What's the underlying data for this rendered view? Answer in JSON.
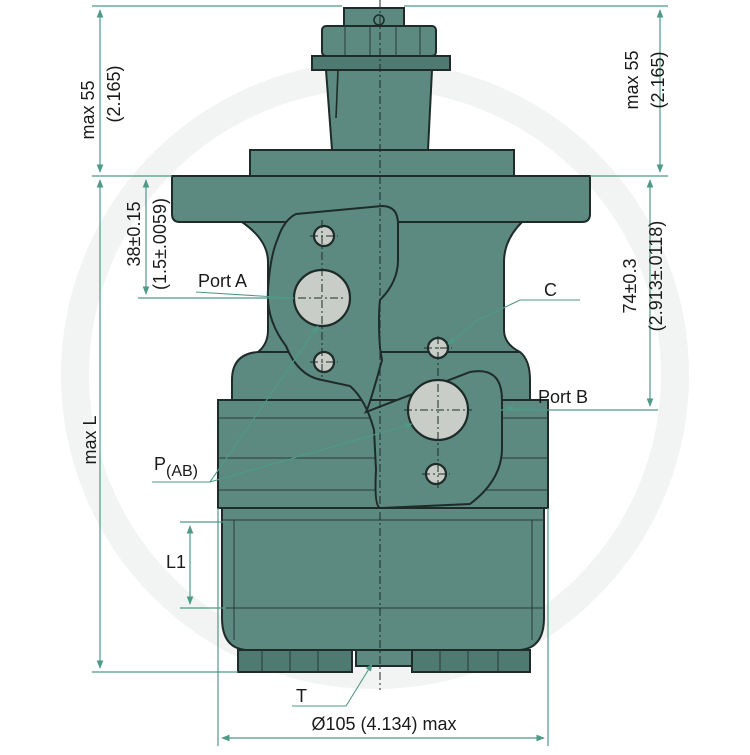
{
  "labels": {
    "height_left": "max 55",
    "height_left_in": "(2.165)",
    "height_right": "max 55",
    "height_right_in": "(2.165)",
    "dim_38": "38±0.15",
    "dim_38_in": "(1.5±.0059)",
    "dim_74": "74±0.3",
    "dim_74_in": "(2.913±.0118)",
    "port_a": "Port A",
    "port_b": "Port B",
    "c": "C",
    "p_ab_p": "P",
    "p_ab_sub": "(AB)",
    "max_l": "max L",
    "l1": "L1",
    "t": "T",
    "diameter": "Ø105 (4.134) max"
  },
  "colors": {
    "body": "#5c8a80",
    "body_dark": "#4f7a71",
    "outline": "#1e2b28",
    "dimension": "#4e9a86",
    "port": "#c9cdc8"
  }
}
